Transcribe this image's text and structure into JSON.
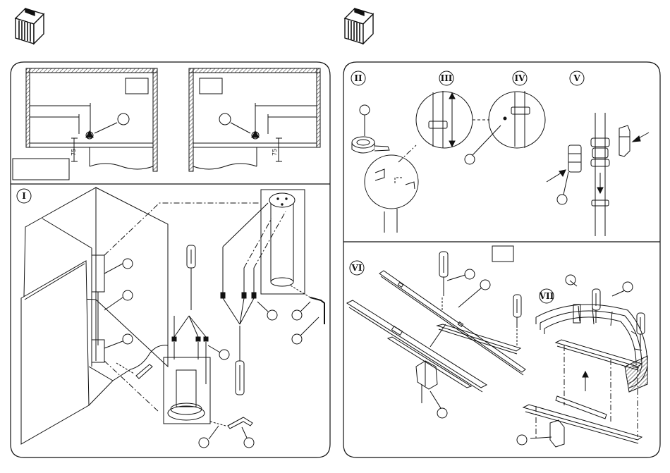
{
  "dimensions": {
    "left_offset": "75",
    "right_offset": "75"
  },
  "steps": {
    "step_1": "I",
    "step_2": "II",
    "step_3": "III",
    "step_4": "IV",
    "step_5": "V",
    "step_6": "VI",
    "step_7": "VII"
  },
  "colors": {
    "line": "#111111",
    "background": "#ffffff",
    "hatch": "#444444"
  }
}
